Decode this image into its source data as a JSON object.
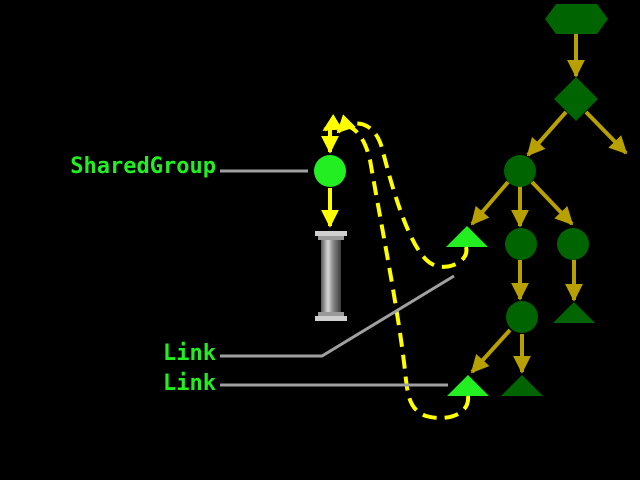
{
  "labels": {
    "shared_group": "SharedGroup",
    "link_1": "Link",
    "link_2": "Link"
  },
  "colors": {
    "background": "#000000",
    "label_text": "#22ee22",
    "node_dark": "#006400",
    "node_bright": "#22ee22",
    "edge": "#b8a000",
    "shared_arrow": "#ffff00",
    "dashed_link": "#ffff00",
    "leader_line": "#a0a0a0",
    "pillar": "#9a9a9a"
  },
  "icons": {
    "root": "hexagon-icon",
    "switch": "diamond-icon",
    "group": "circle-icon",
    "shape": "triangle-icon",
    "shared_geometry": "column-icon"
  }
}
